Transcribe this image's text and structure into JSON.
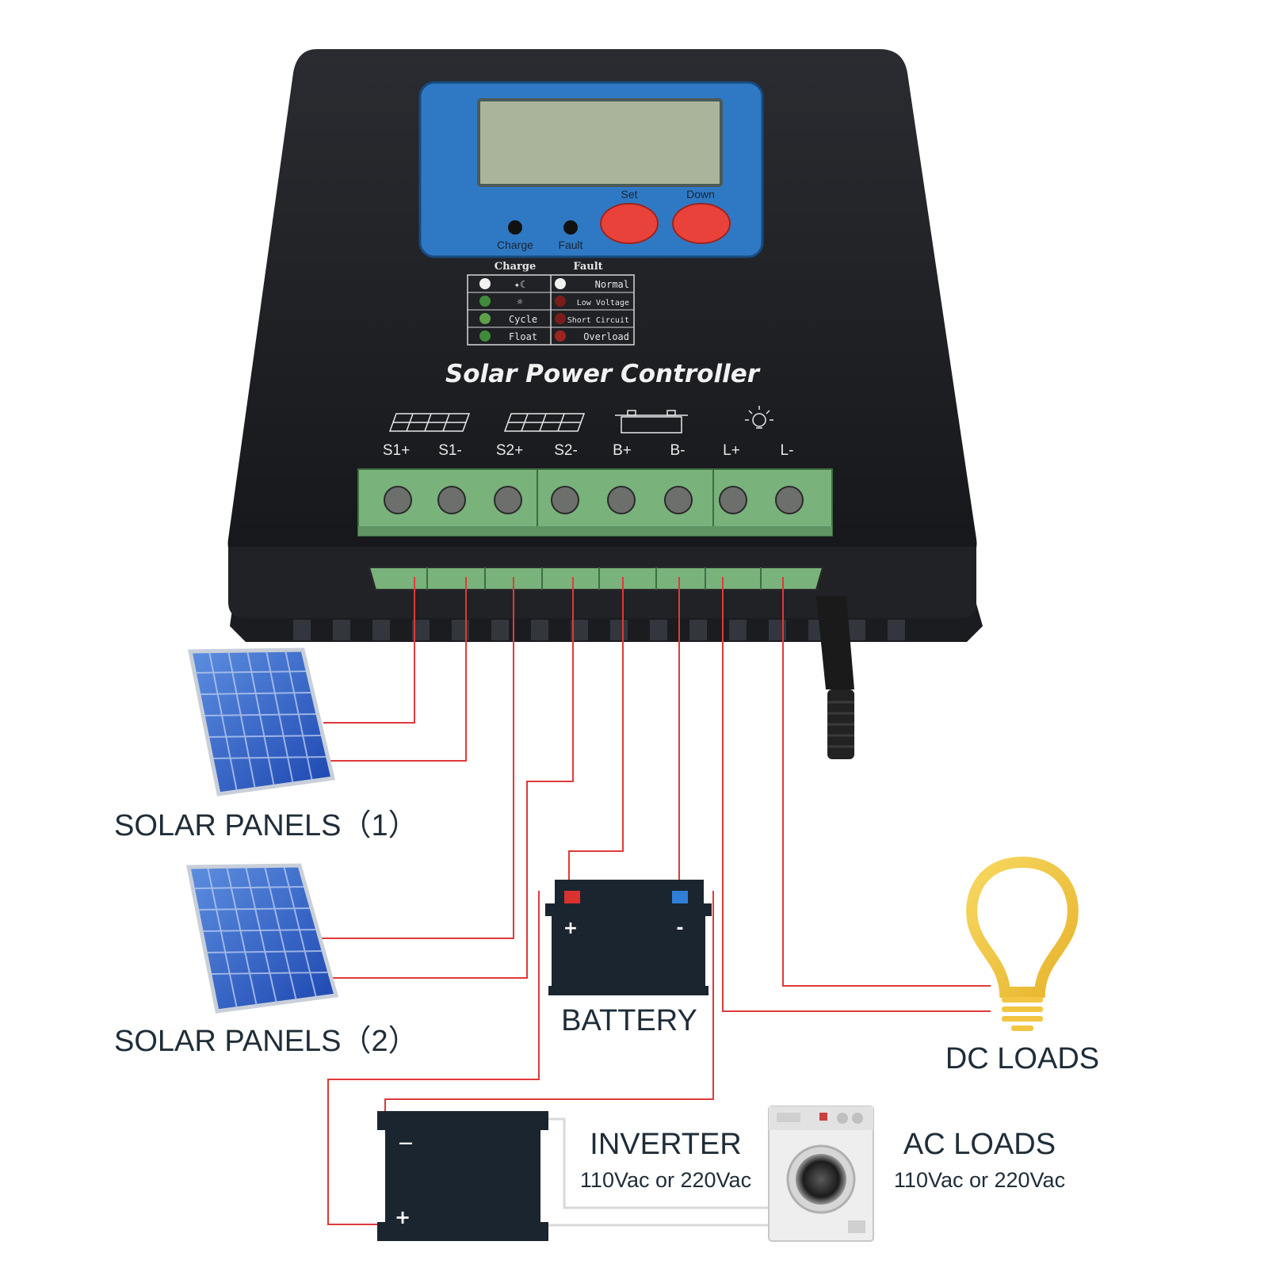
{
  "controller": {
    "title": "Solar Power Controller",
    "buttons": {
      "set": "Set",
      "down": "Down"
    },
    "indicators": {
      "charge": "Charge",
      "fault": "Fault"
    },
    "legend": {
      "charge_header": "Charge",
      "fault_header": "Fault",
      "charge_rows": [
        "",
        "",
        "Cycle",
        "Float"
      ],
      "fault_rows": [
        "Normal",
        "Low Voltage",
        "Short Circuit",
        "Overload"
      ]
    },
    "terminals": [
      "S1+",
      "S1-",
      "S2+",
      "S2-",
      "B+",
      "B-",
      "L+",
      "L-"
    ]
  },
  "components": {
    "solar1": "SOLAR PANELS（1）",
    "solar2": "SOLAR PANELS（2）",
    "battery": "BATTERY",
    "battery_plus": "+",
    "battery_minus": "-",
    "dc_loads": "DC LOADS",
    "inverter": "INVERTER",
    "inverter_spec": "110Vac or 220Vac",
    "inverter_minus": "—",
    "inverter_plus": "+",
    "ac_loads": "AC LOADS",
    "ac_spec": "110Vac or 220Vac"
  },
  "colors": {
    "housing": "#1b1d21",
    "panel_blue": "#2f79c4",
    "lcd": "#a9b49a",
    "button_red": "#e8423b",
    "terminal_green": "#79b27b",
    "wire": "#e0393a",
    "bulb": "#f2c542",
    "label": "#1f2d38"
  }
}
